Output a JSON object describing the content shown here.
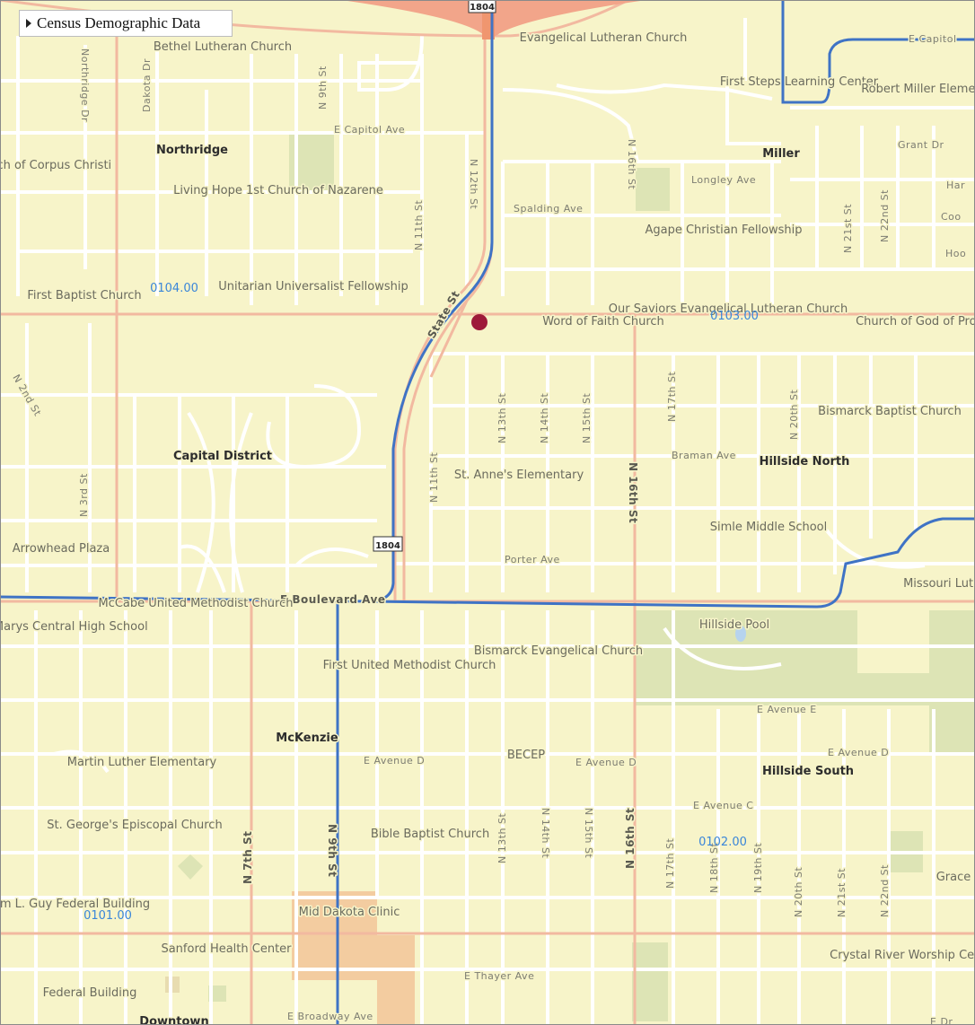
{
  "layer_control": {
    "label": "Census Demographic Data",
    "icon": "triangle-right-icon"
  },
  "colors": {
    "background": "#f7f4c9",
    "road": "#ffffff",
    "arterial": "#f2b9a0",
    "tract_boundary": "#3f73c5",
    "park": "#dde4b5",
    "marker": "#9e1a3a",
    "hospital": "#f3cca0"
  },
  "districts": [
    "Northridge",
    "Miller",
    "Capital District",
    "Hillside North",
    "McKenzie",
    "Hillside South",
    "Downtown"
  ],
  "places": {
    "bethel": "Bethel Lutheran Church",
    "evangelical": "Evangelical Lutheran Church",
    "first_steps": "First Steps Learning Center",
    "robert_miller": "Robert Miller Elementary",
    "corpus_christi": "Church of Corpus Christi",
    "living_hope": "Living Hope 1st Church of Nazarene",
    "agape": "Agape Christian Fellowship",
    "first_baptist": "First Baptist Church",
    "unitarian": "Unitarian Universalist Fellowship",
    "word_of_faith": "Word of Faith Church",
    "our_saviors": "Our Saviors Evangelical Lutheran Church",
    "prophecy": "Church of God of Prophecy",
    "bismarck_baptist": "Bismarck Baptist Church",
    "st_annes": "St. Anne's Elementary",
    "simle": "Simle Middle School",
    "arrowhead": "Arrowhead Plaza",
    "missouri": "Missouri Lutheran",
    "mccabe": "McCabe United Methodist Church",
    "st_marys": "St. Marys Central High School",
    "hillside_pool": "Hillside Pool",
    "bismarck_evangelical": "Bismarck Evangelical Church",
    "first_united": "First United Methodist Church",
    "martin_luther": "Martin Luther Elementary",
    "becep": "BECEP",
    "st_georges": "St. George's Episcopal Church",
    "bible_baptist": "Bible Baptist Church",
    "grace": "Grace",
    "guy": "William L. Guy Federal Building",
    "mid_dakota": "Mid Dakota Clinic",
    "sanford": "Sanford Health Center",
    "crystal_river": "Crystal River Worship Center",
    "federal": "Federal Building"
  },
  "streets": {
    "capitol_w": "E Capitol Ave",
    "capitol_e": "E Capitol",
    "grant": "Grant Dr",
    "longley": "Longley Ave",
    "spalding": "Spalding Ave",
    "braman": "Braman Ave",
    "porter": "Porter Ave",
    "boulevard": "E Boulevard Ave",
    "avenue_e": "E Avenue E",
    "avenue_d_w": "E Avenue D",
    "avenue_d_m": "E Avenue D",
    "avenue_d_e": "E Avenue D",
    "avenue_c": "E Avenue C",
    "thayer": "E Thayer Ave",
    "broadway": "E Broadway Ave",
    "e_dr": "E Dr",
    "northridge_dr": "Northridge Dr",
    "dakota_dr": "Dakota Dr",
    "n2nd": "N 2nd St",
    "n3rd": "N 3rd St",
    "n7th": "N 7th St",
    "n9th_n": "N 9th St",
    "n9th_s": "N 9th St",
    "n11th_n": "N 11th St",
    "n11th_s": "N 11th St",
    "n12th": "N 12th St",
    "n13th_n": "N 13th St",
    "n13th_s": "N 13th St",
    "n14th_n": "N 14th St",
    "n14th_s": "N 14th St",
    "n15th_n": "N 15th St",
    "n15th_s": "N 15th St",
    "n16th_top": "N 16th St",
    "n16th_n": "N 16th St",
    "n16th_s": "N 16th St",
    "n17th_n": "N 17th St",
    "n17th_s": "N 17th St",
    "n18th": "N 18th St",
    "n19th": "N 19th St",
    "n20th_n": "N 20th St",
    "n20th_s": "N 20th St",
    "n21st_n": "N 21st St",
    "n21st_s": "N 21st St",
    "n22nd_n": "N 22nd St",
    "n22nd_s": "N 22nd St",
    "state": "State St",
    "har": "Har",
    "coo": "Coo",
    "hoo": "Hoo"
  },
  "shields": {
    "top": "1804",
    "mid": "1804"
  },
  "tracts": [
    "0104.00",
    "0103.00",
    "0102.00",
    "0101.00"
  ]
}
